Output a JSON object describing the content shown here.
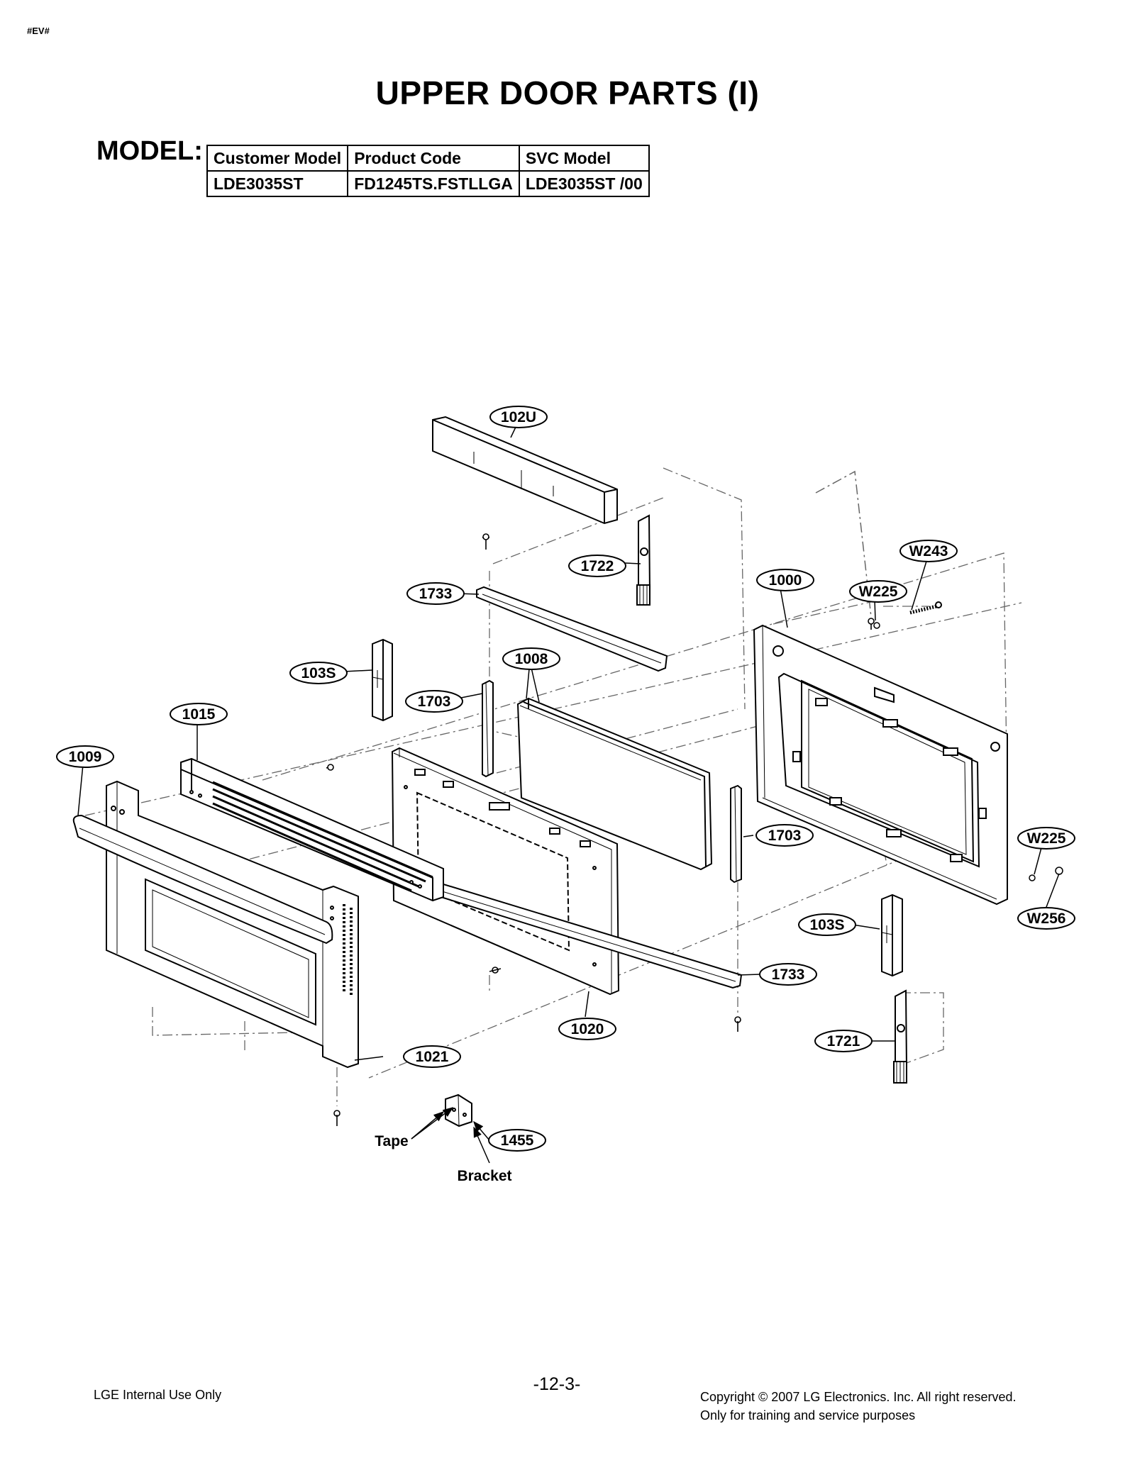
{
  "header": {
    "tag": "#EV#",
    "title": "UPPER DOOR PARTS (I)"
  },
  "model": {
    "label": "MODEL:",
    "table": {
      "headers": [
        "Customer Model",
        "Product Code",
        "SVC Model"
      ],
      "rows": [
        [
          "LDE3035ST",
          "FD1245TS.FSTLLGA",
          "LDE3035ST /00"
        ]
      ]
    }
  },
  "callouts": {
    "p102U": "102U",
    "p1722": "1722",
    "p1733_top": "1733",
    "pW243": "W243",
    "p1000": "1000",
    "pW225_top": "W225",
    "p1008": "1008",
    "p103S_left": "103S",
    "p1703_left": "1703",
    "p1015": "1015",
    "p1009": "1009",
    "p1703_right": "1703",
    "pW225_right": "W225",
    "pW256": "W256",
    "p103S_right": "103S",
    "p1733_bottom": "1733",
    "p1020": "1020",
    "p1721": "1721",
    "p1021": "1021",
    "p1455": "1455",
    "tape": "Tape",
    "bracket": "Bracket"
  },
  "footer": {
    "left": "LGE Internal Use Only",
    "page": "-12-3-",
    "copyright": "Copyright © 2007 LG Electronics. Inc. All right reserved.",
    "note": "Only for training and service purposes"
  }
}
